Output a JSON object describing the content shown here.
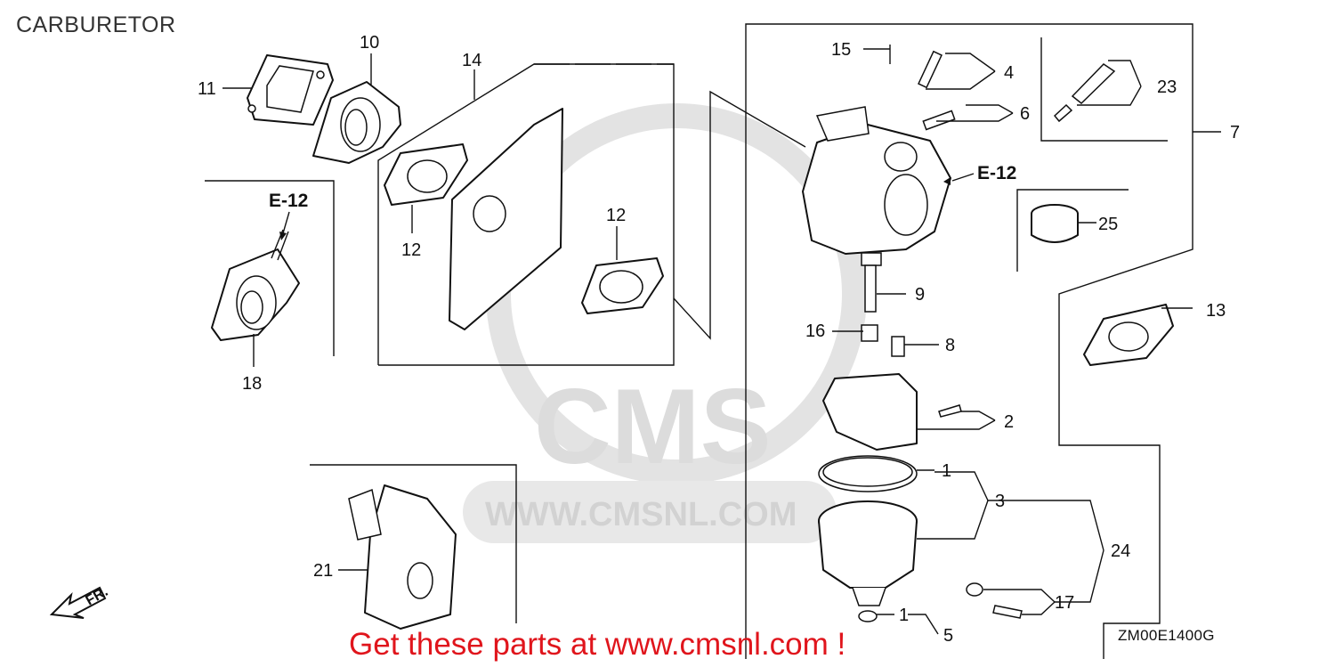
{
  "title": "CARBURETOR",
  "reference_code": "ZM00E1400G",
  "promo_text": "Get these parts at www.cmsnl.com !",
  "watermark": {
    "logo": "CMS",
    "url": "WWW.CMSNL.COM"
  },
  "direction_label": "FR.",
  "ref_labels": {
    "e12_left": "E-12",
    "e12_right": "E-12"
  },
  "callouts": {
    "c1a": "1",
    "c1b": "1",
    "c2": "2",
    "c3": "3",
    "c4": "4",
    "c5": "5",
    "c6": "6",
    "c7": "7",
    "c8": "8",
    "c9": "9",
    "c10": "10",
    "c11": "11",
    "c12a": "12",
    "c12b": "12",
    "c13": "13",
    "c14": "14",
    "c15": "15",
    "c16": "16",
    "c17": "17",
    "c18": "18",
    "c21": "21",
    "c23": "23",
    "c24": "24",
    "c25": "25"
  },
  "colors": {
    "promo": "#e0151c",
    "lines": "#111111",
    "watermark": "#d6d6d6"
  }
}
